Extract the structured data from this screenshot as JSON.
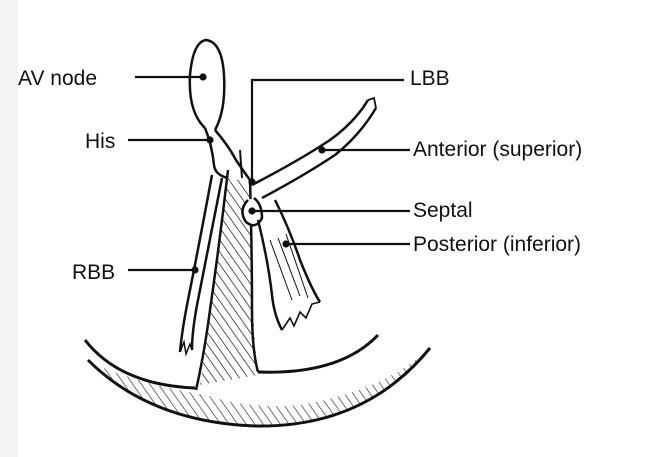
{
  "labels": {
    "av_node": "AV node",
    "his": "His",
    "rbb": "RBB",
    "lbb": "LBB",
    "anterior": "Anterior (superior)",
    "septal": "Septal",
    "posterior": "Posterior (inferior)"
  },
  "colors": {
    "ink": "#111111",
    "background": "#ffffff"
  }
}
